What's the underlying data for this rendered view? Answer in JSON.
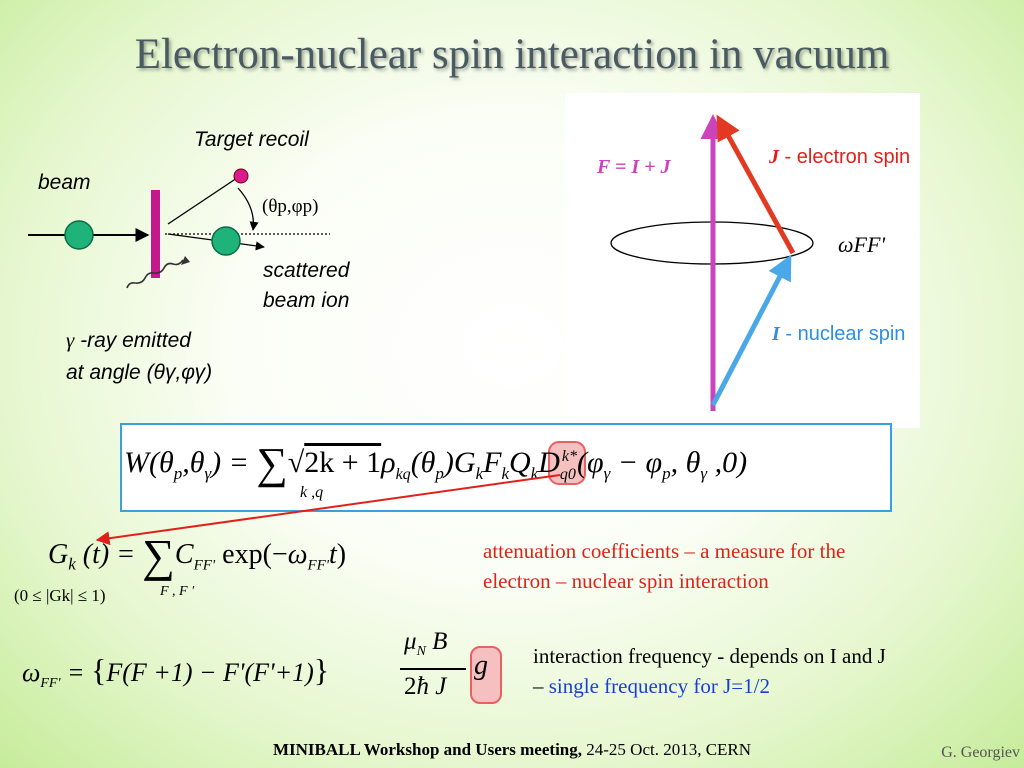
{
  "title": "Electron-nuclear spin interaction in vacuum",
  "left_diagram": {
    "beam": "beam",
    "target_recoil": "Target recoil",
    "theta_p_phi_p": "(θp,φp)",
    "scattered_line1": "scattered",
    "scattered_line2": "beam ion",
    "gamma_line1_sym": "γ",
    "gamma_line1_text": " -ray emitted",
    "gamma_line2": "at angle (θγ,φγ)"
  },
  "vector_diagram": {
    "F_eq": "F = I + J",
    "J_sym": "J",
    "J_text": " - electron spin",
    "I_sym": "I",
    "I_text": " - nuclear spin",
    "omega": "ωFF'"
  },
  "main_equation": "W(θp,θγ) = Σk,q √(2k+1) ρkq(θp) Gk Fk Qk Dk*q0(φγ − φp, θγ, 0)",
  "gk_equation": "Gk(t) = ΣF,F' CFF' exp(−ωFF' t)",
  "gk_bounds": "(0 ≤ |Gk| ≤ 1)",
  "omega_equation": "ωFF' = {F(F+1) − F'(F'+1)} μN B / 2ħ J · g",
  "attenuation_line1": "attenuation coefficients – a measure for the",
  "attenuation_line2": "electron – nuclear spin interaction",
  "interaction_line1": "interaction frequency  - depends on I and J",
  "interaction_dash": "– ",
  "interaction_line2": "single frequency for J=1/2",
  "footer_bold": "MINIBALL Workshop and Users meeting,",
  "footer_rest": " 24-25 Oct. 2013, CERN",
  "author": "G. Georgiev",
  "colors": {
    "red": "#e0211a",
    "blue": "#1a3fd0",
    "magenta": "#cc44bb",
    "cyan": "#4aa8e8",
    "green": "#1fb37a"
  }
}
